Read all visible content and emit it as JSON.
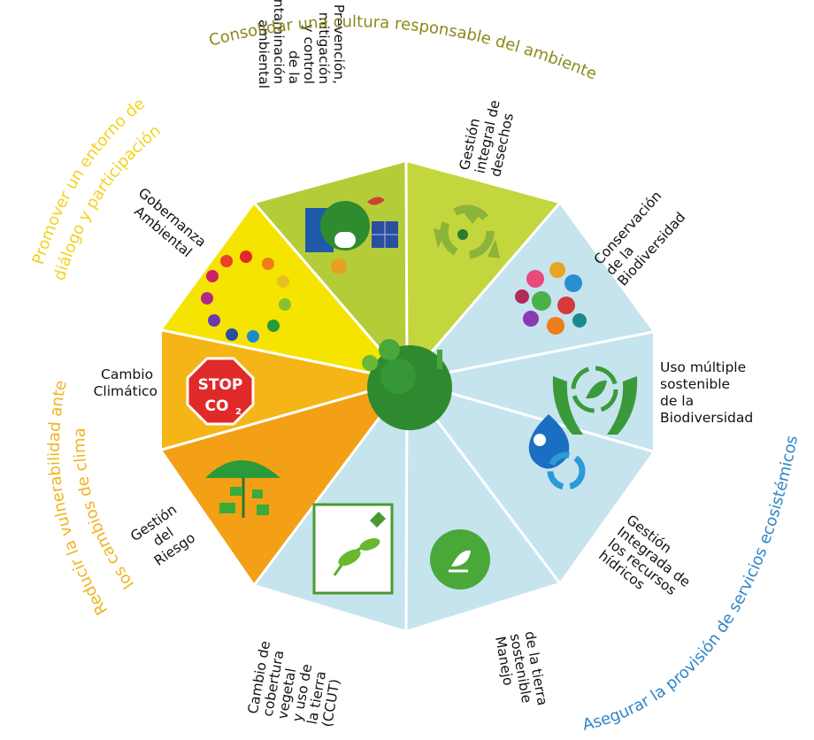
{
  "colors": {
    "yellow": "#f5e400",
    "gold": "#f6b516",
    "orange": "#f3a016",
    "lime": "#b5cc39",
    "lime_light": "#c4d63e",
    "light_blue": "#c5e4ee",
    "olive_text": "#8a8a1a",
    "yellow_text": "#f3d21b",
    "orange_text": "#f1b31c",
    "blue_text": "#2f86c8",
    "globe": "#2f8a2f"
  },
  "arc_texts": {
    "top": "Consolidar una cultura responsable del ambiente",
    "upper_left_1": "Promover un entorno de",
    "upper_left_2": "diálogo y participación",
    "left_1": "Reducir la vulnerabilidad ante",
    "left_2": "los cambios de clima",
    "right": "Asegurar la provisión de servicios ecosistémicos"
  },
  "segments": {
    "prevencion": [
      "Prevención,",
      "mitigación",
      "y control",
      "de la",
      "contaminación",
      "ambiental"
    ],
    "gestion_desechos": [
      "Gestión",
      "integral de",
      "desechos"
    ],
    "conservacion": [
      "Conservación",
      "de la",
      "Biodiversidad"
    ],
    "uso_multiple": [
      "Uso múltiple",
      "sostenible",
      "de la",
      "Biodiversidad"
    ],
    "gestion_hidricos": [
      "Gestión",
      "Integrada de",
      "los recursos",
      "hídricos"
    ],
    "manejo": [
      "Manejo",
      "sostenible",
      "de la tierra"
    ],
    "ccut": [
      "Cambio de",
      "cobertura",
      "vegetal",
      "y uso de",
      "la tierra",
      "(CCUT)"
    ],
    "gestion_riesgo": [
      "Gestión",
      "del",
      "Riesgo"
    ],
    "cambio_climatico": [
      "Cambio",
      "Climático"
    ],
    "gobernanza": [
      "Gobernanza",
      "Ambiental"
    ]
  },
  "stop_sign": {
    "line1": "STOP",
    "line2": "CO",
    "sub": "2"
  }
}
